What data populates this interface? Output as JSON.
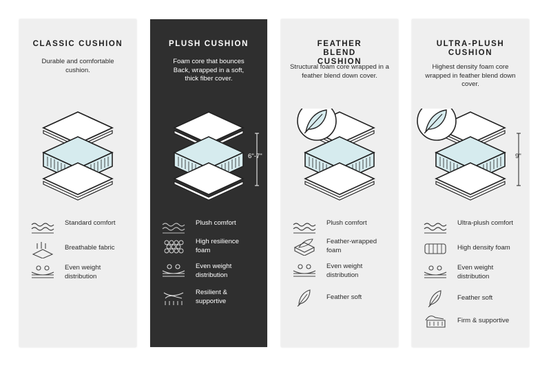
{
  "colors": {
    "panel_light": "#efefef",
    "panel_dark": "#2f2f2f",
    "foam": "#d6ebee"
  },
  "panels": [
    {
      "title": "CLASSIC CUSHION",
      "desc": "Durable and comfortable cushion.",
      "features": [
        {
          "icon": "wave-comfort-icon",
          "label": "Standard comfort"
        },
        {
          "icon": "breathable-fabric-icon",
          "label": "Breathable fabric"
        },
        {
          "icon": "weight-distribution-icon",
          "label": "Even weight distribution"
        }
      ]
    },
    {
      "title": "PLUSH CUSHION",
      "desc": "Foam core that bounces Back, wrapped in a soft, thick fiber cover.",
      "dimension": "6\"-7\"",
      "features": [
        {
          "icon": "wave-comfort-icon",
          "label": "Plush comfort"
        },
        {
          "icon": "honeycomb-foam-icon",
          "label": "High resilience foam"
        },
        {
          "icon": "weight-distribution-icon",
          "label": "Even weight distribution"
        },
        {
          "icon": "supportive-hand-icon",
          "label": "Resilient & supportive"
        }
      ]
    },
    {
      "title": "FEATHER BLEND CUSHION",
      "desc": "Structural foam core wrapped in a feather blend down cover.",
      "features": [
        {
          "icon": "wave-comfort-icon",
          "label": "Plush comfort"
        },
        {
          "icon": "feather-wrapped-foam-icon",
          "label": "Feather-wrapped foam"
        },
        {
          "icon": "weight-distribution-icon",
          "label": "Even weight distribution"
        },
        {
          "icon": "feather-icon",
          "label": "Feather soft"
        }
      ]
    },
    {
      "title": "ULTRA-PLUSH CUSHION",
      "desc": "Highest density foam core wrapped in feather blend down cover.",
      "dimension": "9\"",
      "features": [
        {
          "icon": "wave-comfort-icon",
          "label": "Ultra-plush comfort"
        },
        {
          "icon": "density-foam-icon",
          "label": "High density foam"
        },
        {
          "icon": "weight-distribution-icon",
          "label": "Even weight distribution"
        },
        {
          "icon": "feather-icon",
          "label": "Feather soft"
        },
        {
          "icon": "firm-support-icon",
          "label": "Firm & supportive"
        }
      ]
    }
  ]
}
